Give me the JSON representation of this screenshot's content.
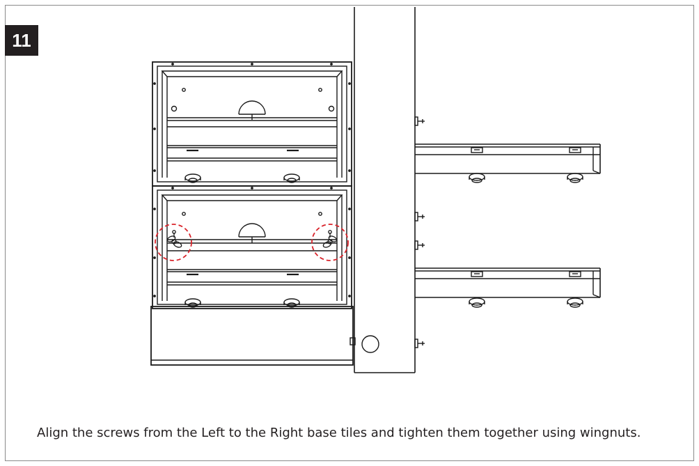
{
  "step": {
    "number": "11"
  },
  "instruction": {
    "text": "Align the screws from the Left to the Right base tiles and tighten them together using wingnuts."
  },
  "colors": {
    "badge_bg": "#231f20",
    "line": "#1a1a1a",
    "highlight_circle": "#d9232a"
  },
  "illustration": {
    "subject": "left and right base tiles joined with wingnuts",
    "highlights": [
      "left-wingnut",
      "right-wingnut"
    ]
  }
}
